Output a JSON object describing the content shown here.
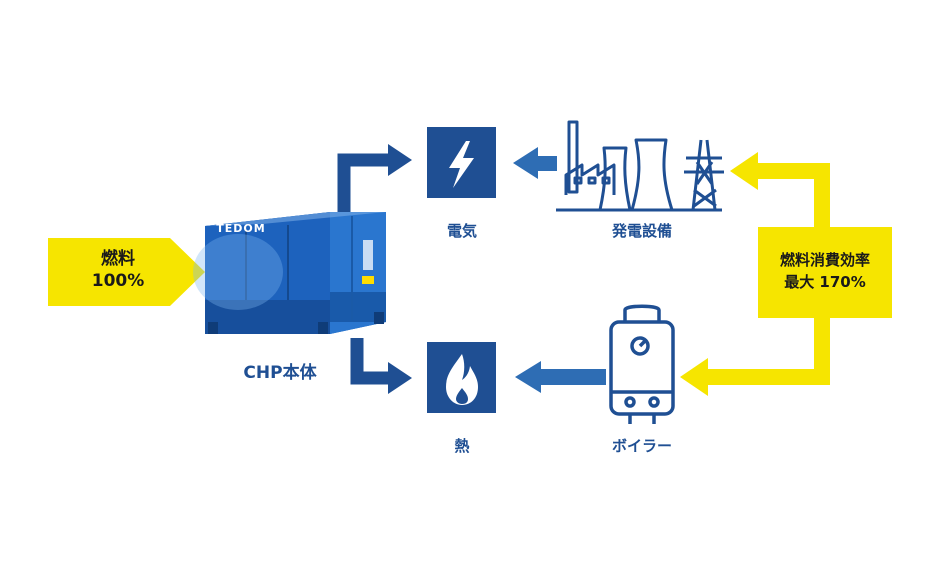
{
  "fuel_input": {
    "line1": "燃料",
    "line2": "100%"
  },
  "chp": {
    "brand": "TEDOM",
    "label": "CHP本体"
  },
  "electricity": {
    "label": "電気",
    "icon": "lightning-icon"
  },
  "heat": {
    "label": "熱",
    "icon": "flame-icon"
  },
  "power_plant": {
    "label": "発電設備",
    "icon": "power-plant-icon"
  },
  "boiler": {
    "label": "ボイラー",
    "icon": "boiler-icon"
  },
  "efficiency": {
    "line1": "燃料消費効率",
    "line2": "最大 170%"
  },
  "colors": {
    "yellow": "#f6e500",
    "dark_blue": "#1f4f93",
    "mid_blue": "#2e6db4",
    "chp_blue": "#1a5fb4"
  }
}
